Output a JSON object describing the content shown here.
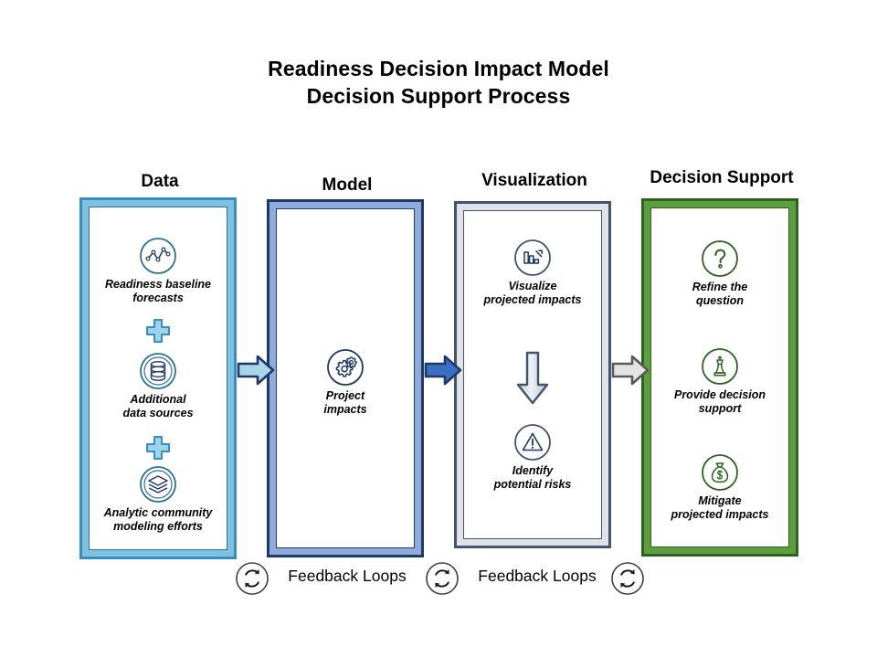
{
  "title": {
    "line1": "Readiness Decision Impact Model",
    "line2": "Decision Support Process"
  },
  "columns": [
    {
      "header": "Data",
      "accent_outer": "#3c8dbc",
      "accent_band": "#7ec1e3",
      "items": [
        {
          "icon": "line-chart-icon",
          "label": "Readiness  baseline\nforecasts"
        },
        {
          "icon": "plus-icon",
          "label": ""
        },
        {
          "icon": "database-icon",
          "label": "Additional\ndata sources"
        },
        {
          "icon": "plus-icon",
          "label": ""
        },
        {
          "icon": "layers-icon",
          "label": "Analytic community\nmodeling efforts"
        }
      ]
    },
    {
      "header": "Model",
      "accent_outer": "#1f3864",
      "accent_band": "#8faadc",
      "items": [
        {
          "icon": "gears-icon",
          "label": "Project\nimpacts"
        }
      ]
    },
    {
      "header": "Visualization",
      "accent_outer": "#44546a",
      "accent_band": "#dfe3e9",
      "items": [
        {
          "icon": "bar-chart-arrow-icon",
          "label": "Visualize\nprojected impacts"
        },
        {
          "icon": "down-arrow-icon",
          "label": ""
        },
        {
          "icon": "warning-triangle-icon",
          "label": "Identify\npotential risks"
        }
      ]
    },
    {
      "header": "Decision Support",
      "accent_outer": "#2f6123",
      "accent_band": "#5d9e3f",
      "items": [
        {
          "icon": "question-mark-icon",
          "label": "Refine the\nquestion"
        },
        {
          "icon": "chess-piece-icon",
          "label": "Provide decision\nsupport"
        },
        {
          "icon": "money-bag-icon",
          "label": "Mitigate\nprojected impacts"
        }
      ]
    }
  ],
  "connectors": [
    {
      "name": "arrow-data-to-model",
      "fill": "#a9d5ea",
      "stroke": "#1f3864"
    },
    {
      "name": "arrow-model-to-visualization",
      "fill": "#3b6fc4",
      "stroke": "#1f3864"
    },
    {
      "name": "arrow-visualization-to-decision-support",
      "fill": "#e3e3e3",
      "stroke": "#595959"
    }
  ],
  "feedback": {
    "icon": "refresh-loop-icon",
    "labels": [
      "Feedback Loops",
      "Feedback Loops"
    ]
  }
}
